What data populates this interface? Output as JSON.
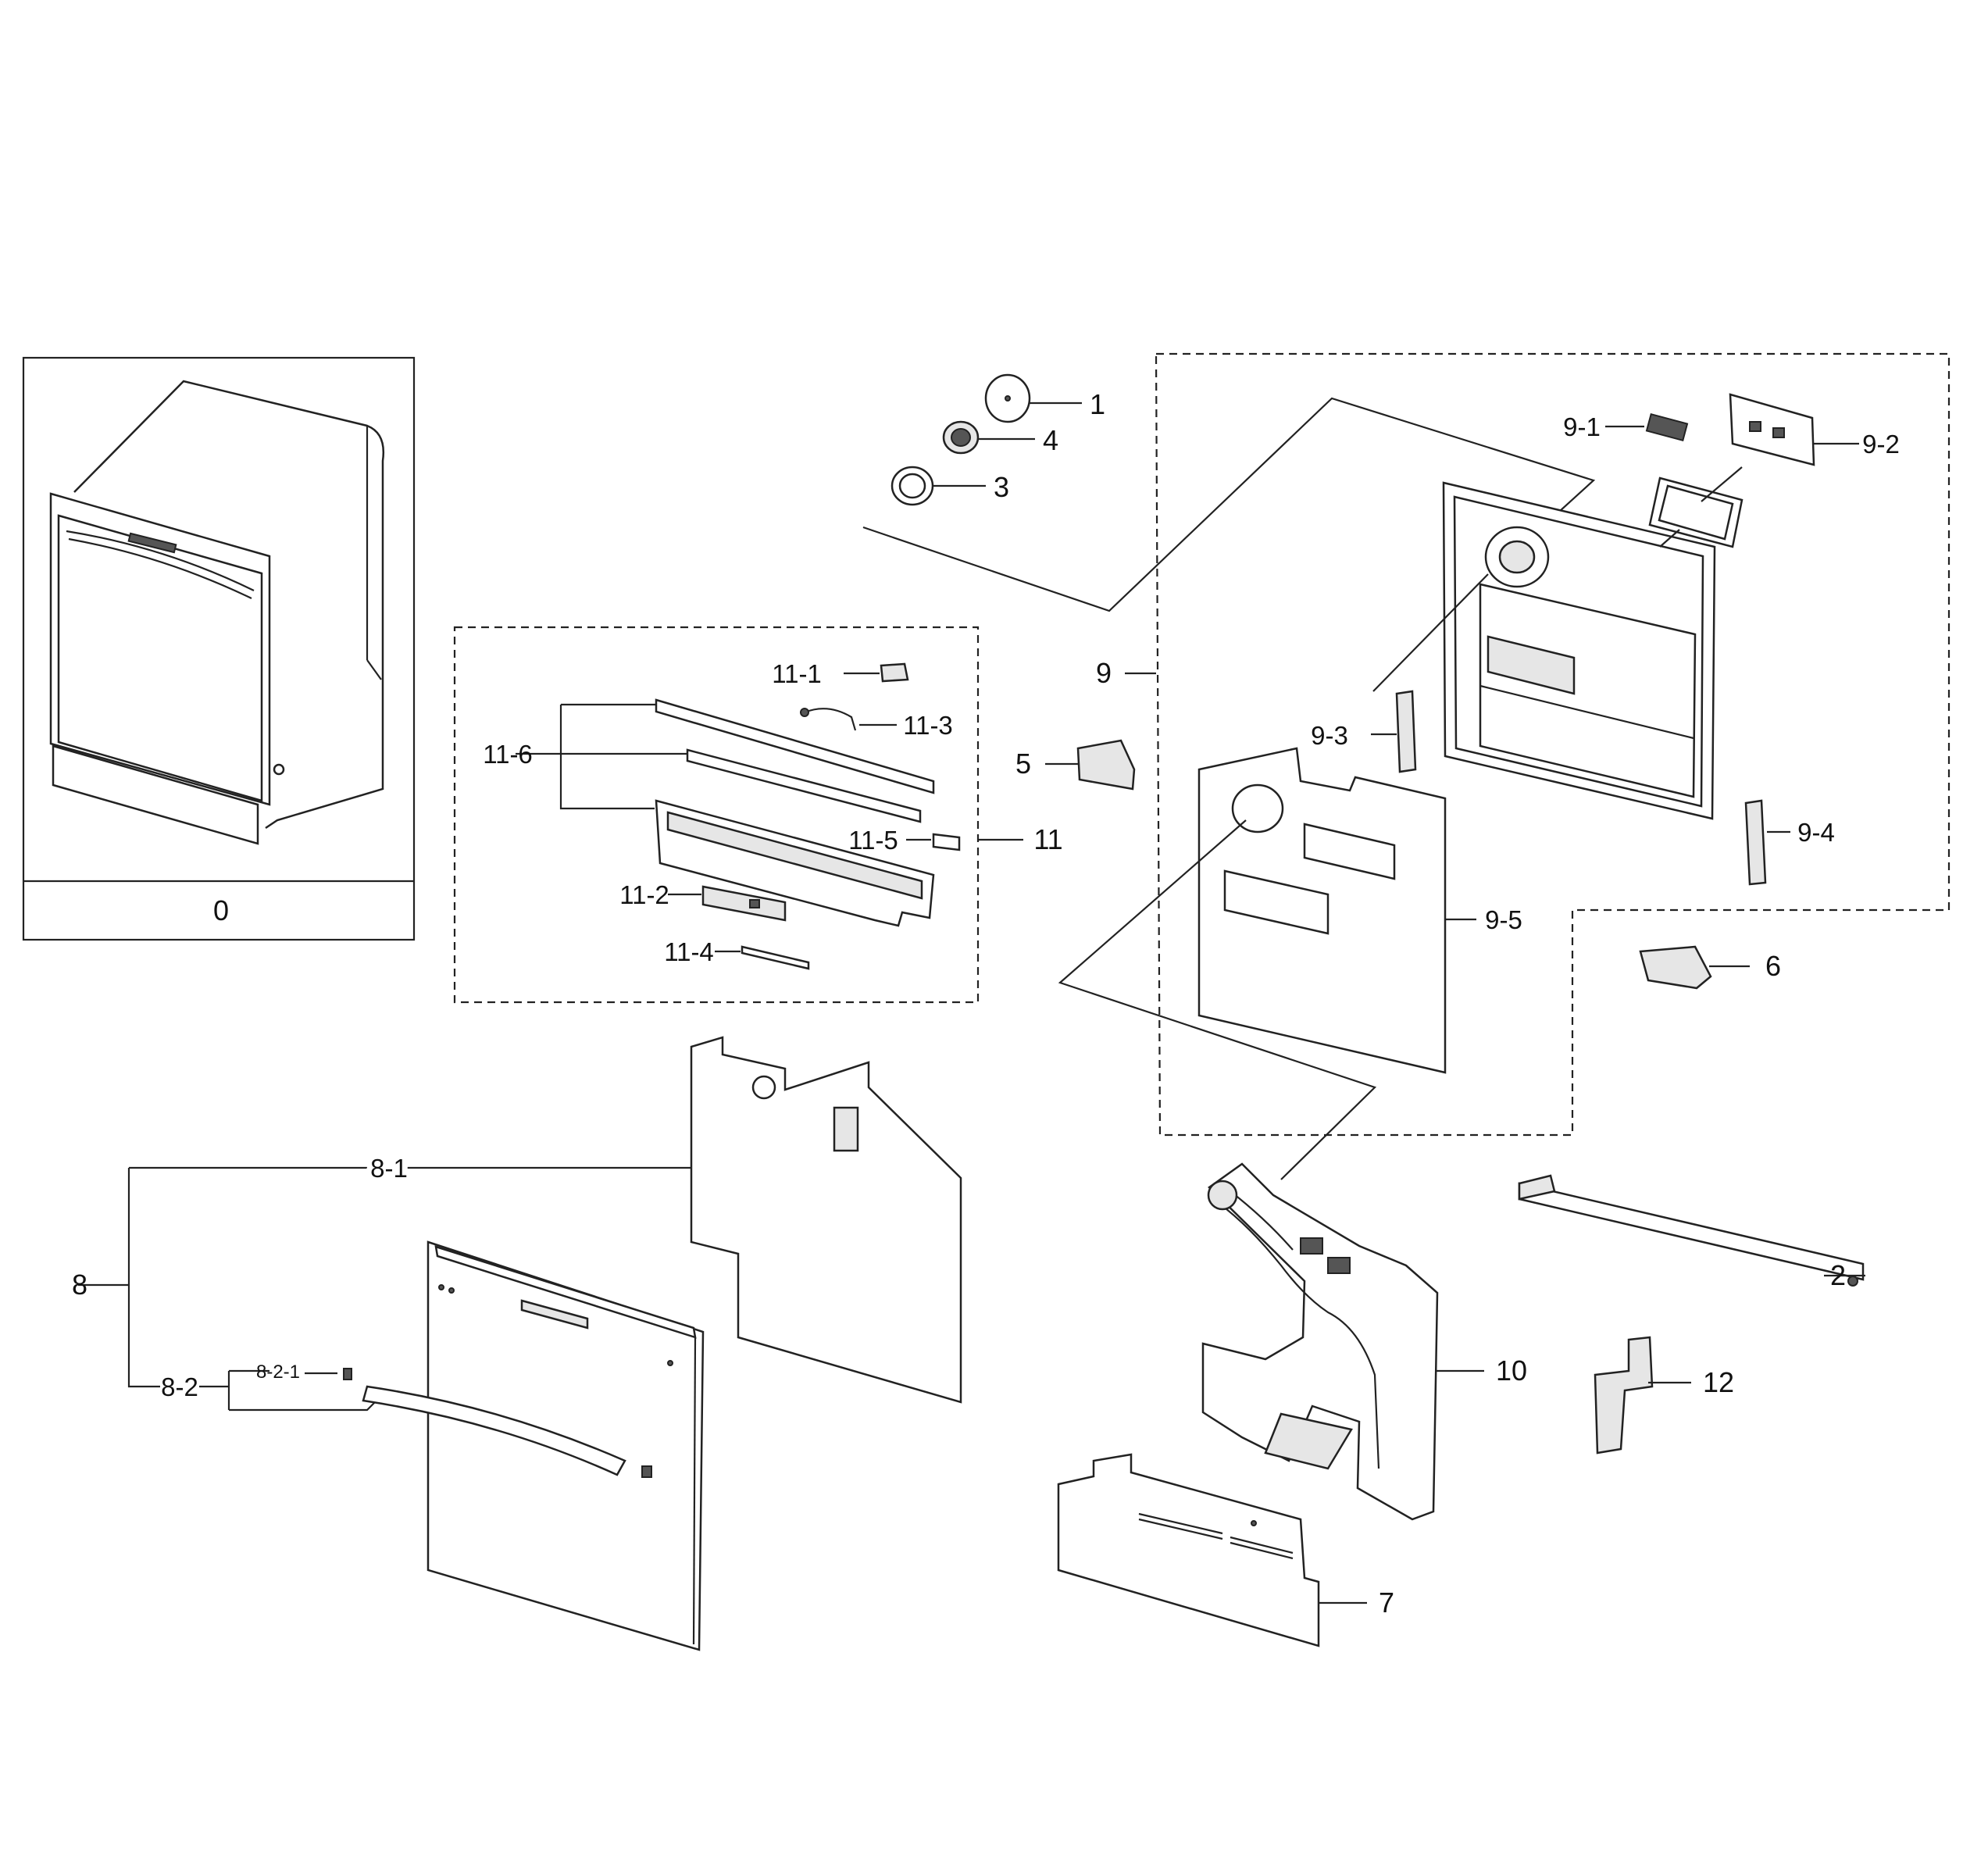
{
  "labels": {
    "p0": "0",
    "p1": "1",
    "p2": "2",
    "p3": "3",
    "p4": "4",
    "p5": "5",
    "p6": "6",
    "p7": "7",
    "p8": "8",
    "p8_1": "8-1",
    "p8_2": "8-2",
    "p8_2_1": "8-2-1",
    "p9": "9",
    "p9_1": "9-1",
    "p9_2": "9-2",
    "p9_3": "9-3",
    "p9_4": "9-4",
    "p9_5": "9-5",
    "p10": "10",
    "p11": "11",
    "p11_1": "11-1",
    "p11_2": "11-2",
    "p11_3": "11-3",
    "p11_4": "11-4",
    "p11_5": "11-5",
    "p11_6": "11-6",
    "p12": "12"
  }
}
